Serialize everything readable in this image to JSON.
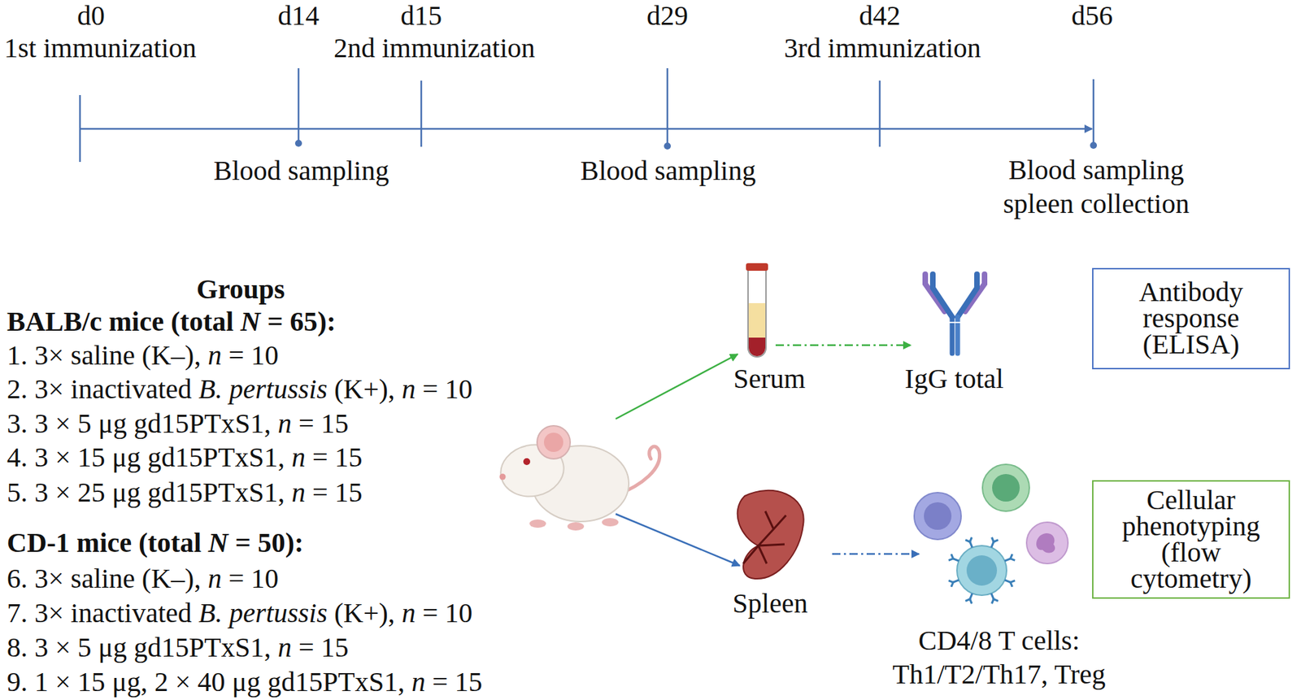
{
  "diagram": {
    "nodes": [
      {
        "text": [
          "Antibody response (ELISA)"
        ]
      },
      {
        "text": [
          "Cellular phenotyping (flow cytometry)"
        ]
      }
    ],
    "labels": [
      "d0",
      "1st immunization",
      "d14",
      "d15",
      "2nd immunization",
      "d29",
      "d42",
      "3rd immunization",
      "d56",
      "Blood sampling",
      "Blood sampling",
      "Blood sampling spleen collection",
      "Groups",
      "BALB/c mice (total N = 65):",
      "1. 3× saline (K–), n = 10",
      "2. 3× inactivated B. pertussis (K+), n = 10",
      "3. 3 × 5 μg gd15PTxS1, n = 15",
      "4. 3 × 15 μg gd15PTxS1, n = 15",
      "5. 3 × 25 μg gd15PTxS1, n = 15",
      "CD-1 mice (total N = 50):",
      "6. 3× saline (K–), n = 10",
      "7. 3× inactivated B. pertussis (K+), n = 10",
      "8. 3 × 5 μg gd15PTxS1, n = 15",
      "9. 1 × 15 μg, 2 × 40 μg gd15PTxS1, n = 15",
      "Serum",
      "IgG total",
      "Spleen",
      "CD4/8 T cells: Th1/T2/Th17, Treg"
    ]
  }
}
